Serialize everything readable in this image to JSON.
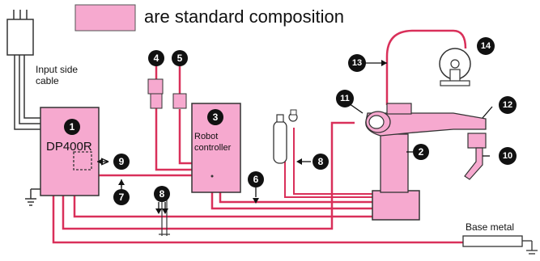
{
  "legend": {
    "text": "are standard composition",
    "fill": "#f6a9cf"
  },
  "colors": {
    "pink": "#f6a9cf",
    "wire": "#d9305a",
    "dark": "#111111"
  },
  "labels": {
    "input_cable_1": "Input side",
    "input_cable_2": "cable",
    "welder": "DP400R",
    "controller_1": "Robot",
    "controller_2": "controller",
    "base_metal": "Base metal"
  },
  "badges": [
    "1",
    "2",
    "3",
    "4",
    "5",
    "6",
    "7",
    "8",
    "8",
    "9",
    "10",
    "11",
    "12",
    "13",
    "14"
  ]
}
